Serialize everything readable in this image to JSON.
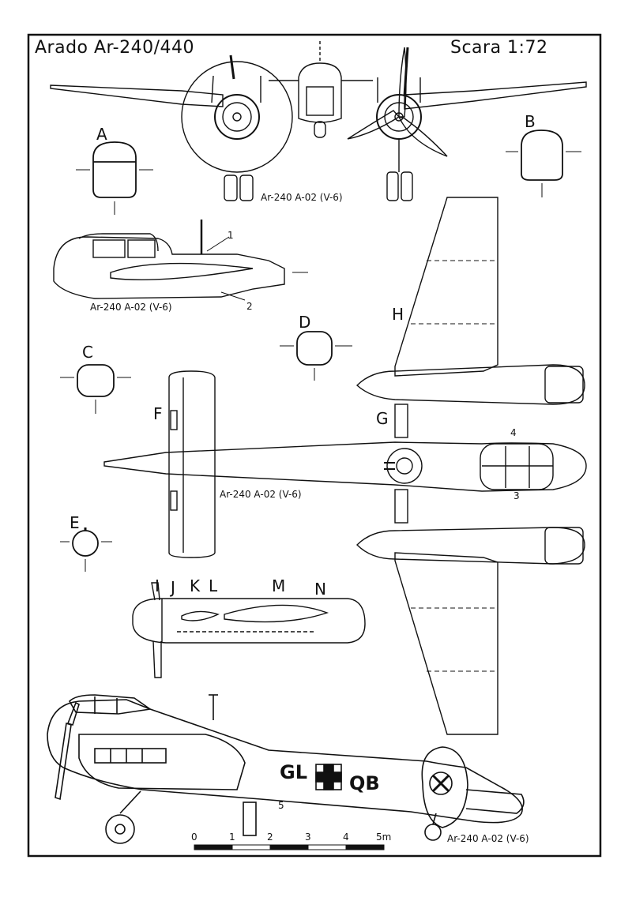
{
  "title": "Arado Ar-240/440",
  "scale": "Scara 1:72",
  "captions": {
    "front_view": "Ar-240 A-02 (V-6)",
    "side_nose": "Ar-240 A-02 (V-6)",
    "plan_view": "Ar-240 A-02 (V-6)",
    "profile": "Ar-240 A-02 (V-6)"
  },
  "section_letters": {
    "A": "A",
    "B": "B",
    "C": "C",
    "D": "D",
    "E": "E",
    "F": "F",
    "G": "G",
    "H": "H",
    "I": "I",
    "J": "J",
    "K": "K",
    "L": "L",
    "M": "M",
    "N": "N"
  },
  "callouts": {
    "n1": "1",
    "n2": "2",
    "n3": "3",
    "n4": "4",
    "n5": "5"
  },
  "markings": {
    "code_left": "GL",
    "code_right": "QB"
  },
  "scale_bar": {
    "ticks": [
      "0",
      "1",
      "2",
      "3",
      "4",
      "5m"
    ]
  },
  "colors": {
    "ink": "#111111",
    "paper": "#ffffff"
  }
}
